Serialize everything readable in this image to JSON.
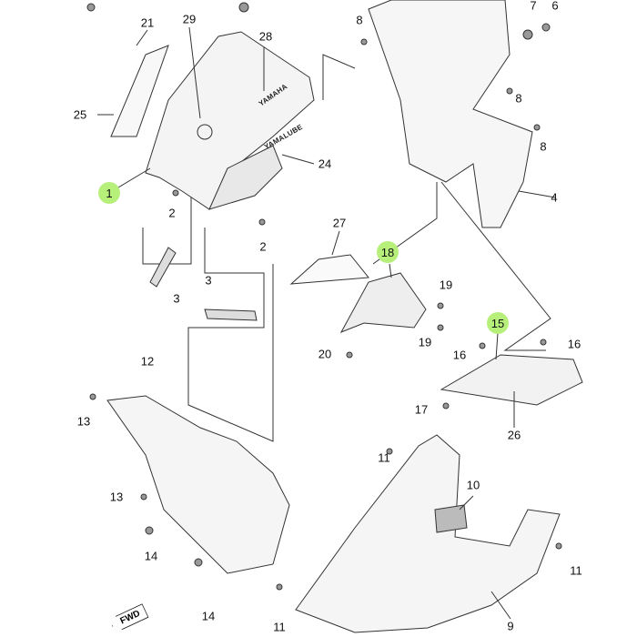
{
  "diagram": {
    "callouts": [
      {
        "id": "c21",
        "text": "21",
        "hl": false
      },
      {
        "id": "c29",
        "text": "29",
        "hl": false
      },
      {
        "id": "c28",
        "text": "28",
        "hl": false
      },
      {
        "id": "c25",
        "text": "25",
        "hl": false
      },
      {
        "id": "c1",
        "text": "1",
        "hl": true
      },
      {
        "id": "c24",
        "text": "24",
        "hl": false
      },
      {
        "id": "c2a",
        "text": "2",
        "hl": false
      },
      {
        "id": "c2b",
        "text": "2",
        "hl": false
      },
      {
        "id": "c27",
        "text": "27",
        "hl": false
      },
      {
        "id": "c18",
        "text": "18",
        "hl": true
      },
      {
        "id": "c19a",
        "text": "19",
        "hl": false
      },
      {
        "id": "c19b",
        "text": "19",
        "hl": false
      },
      {
        "id": "c3a",
        "text": "3",
        "hl": false
      },
      {
        "id": "c3b",
        "text": "3",
        "hl": false
      },
      {
        "id": "c20",
        "text": "20",
        "hl": false
      },
      {
        "id": "c15",
        "text": "15",
        "hl": true
      },
      {
        "id": "c16a",
        "text": "16",
        "hl": false
      },
      {
        "id": "c16b",
        "text": "16",
        "hl": false
      },
      {
        "id": "c17",
        "text": "17",
        "hl": false
      },
      {
        "id": "c26",
        "text": "26",
        "hl": false
      },
      {
        "id": "c12",
        "text": "12",
        "hl": false
      },
      {
        "id": "c13a",
        "text": "13",
        "hl": false
      },
      {
        "id": "c13b",
        "text": "13",
        "hl": false
      },
      {
        "id": "c14a",
        "text": "14",
        "hl": false
      },
      {
        "id": "c14b",
        "text": "14",
        "hl": false
      },
      {
        "id": "c11a",
        "text": "11",
        "hl": false
      },
      {
        "id": "c10",
        "text": "10",
        "hl": false
      },
      {
        "id": "c11b",
        "text": "11",
        "hl": false
      },
      {
        "id": "c11c",
        "text": "11",
        "hl": false
      },
      {
        "id": "c9",
        "text": "9",
        "hl": false
      },
      {
        "id": "c8a",
        "text": "8",
        "hl": false
      },
      {
        "id": "c7",
        "text": "7",
        "hl": false
      },
      {
        "id": "c6",
        "text": "6",
        "hl": false
      },
      {
        "id": "c8b",
        "text": "8",
        "hl": false
      },
      {
        "id": "c8c",
        "text": "8",
        "hl": false
      },
      {
        "id": "c4",
        "text": "4",
        "hl": false
      }
    ],
    "fwd_label": "FWD",
    "brand_marks": [
      "YAMAHA",
      "YAMALUBE"
    ],
    "highlight_color": "#b6f07a"
  }
}
